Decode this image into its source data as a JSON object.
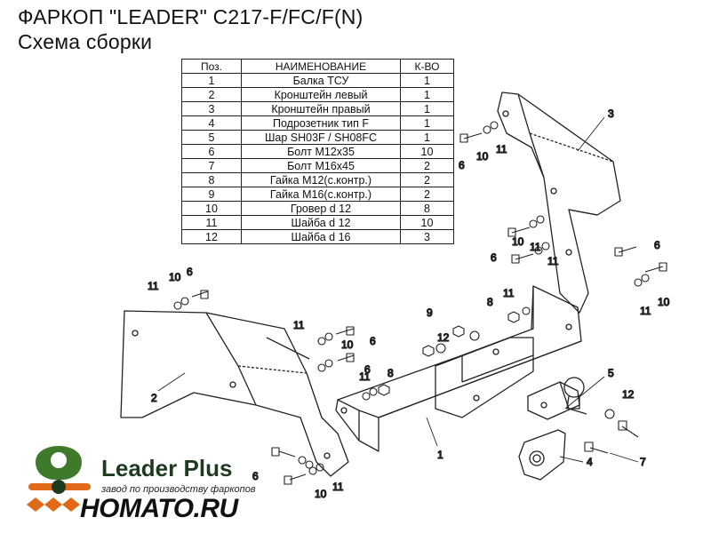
{
  "header": {
    "title": "ФАРКОП \"LEADER\" C217-F/FC/F(N)",
    "subtitle": "Схема сборки"
  },
  "parts_table": {
    "columns": [
      "Поз.",
      "НАИМЕНОВАНИЕ",
      "К-ВО"
    ],
    "rows": [
      [
        "1",
        "Балка ТСУ",
        "1"
      ],
      [
        "2",
        "Кронштейн левый",
        "1"
      ],
      [
        "3",
        "Кронштейн правый",
        "1"
      ],
      [
        "4",
        "Подрозетник тип F",
        "1"
      ],
      [
        "5",
        "Шар SH03F / SH08FC",
        "1"
      ],
      [
        "6",
        "Болт М12х35",
        "10"
      ],
      [
        "7",
        "Болт М16х45",
        "2"
      ],
      [
        "8",
        "Гайка М12(с.контр.)",
        "2"
      ],
      [
        "9",
        "Гайка  М16(с.контр.)",
        "2"
      ],
      [
        "10",
        "Гровер d 12",
        "8"
      ],
      [
        "11",
        "Шайба d 12",
        "10"
      ],
      [
        "12",
        "Шайба d 16",
        "3"
      ]
    ]
  },
  "callouts": {
    "part1": "1",
    "part2": "2",
    "part3": "3",
    "part4": "4",
    "part5": "5",
    "bolt6": "6",
    "bolt7": "7",
    "nut8": "8",
    "nut9": "9",
    "grover10": "10",
    "washer11": "11",
    "washer12": "12"
  },
  "brand": {
    "leader": "Leader",
    "plus": "Plus",
    "tagline": "завод по производству фаркопов",
    "site": "HOMATO.RU"
  },
  "colors": {
    "line": "#222222",
    "logo_green": "#3f7a2c",
    "logo_orange": "#e06a1a",
    "logo_dark": "#1f3b1f"
  }
}
